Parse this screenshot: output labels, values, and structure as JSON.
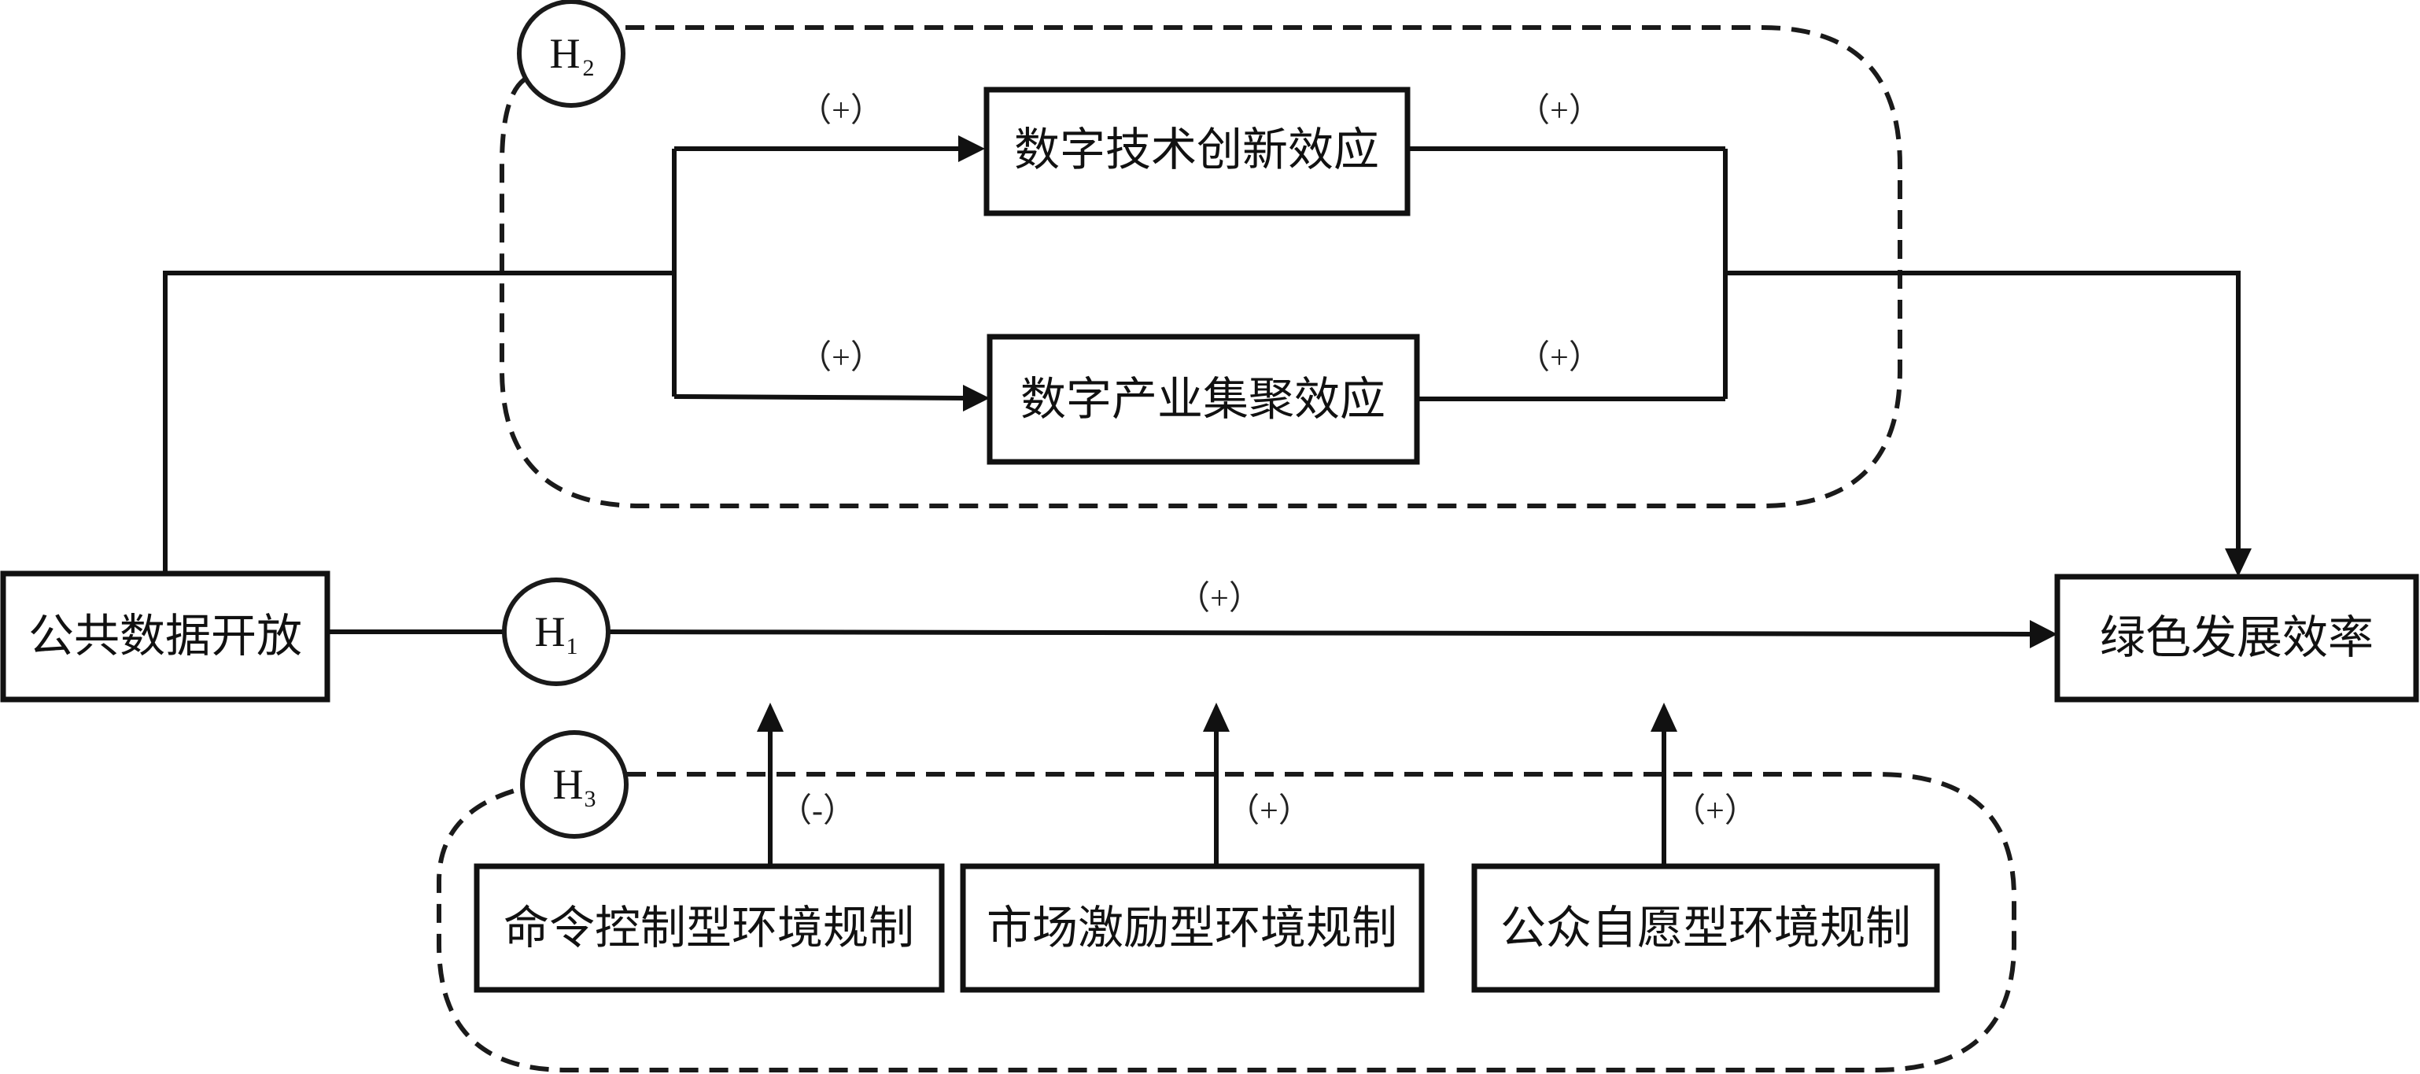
{
  "nodes": {
    "public_data": "公共数据开放",
    "green_efficiency": "绿色发展效率",
    "tech_innovation": "数字技术创新效应",
    "industry_agglomeration": "数字产业集聚效应",
    "command_control": "命令控制型环境规制",
    "market_incentive": "市场激励型环境规制",
    "public_voluntary": "公众自愿型环境规制"
  },
  "hypotheses": {
    "h1": {
      "letter": "H",
      "sub": "1"
    },
    "h2": {
      "letter": "H",
      "sub": "2"
    },
    "h3": {
      "letter": "H",
      "sub": "3"
    }
  },
  "signs": {
    "main_path": "（+）",
    "tech_in": "（+）",
    "tech_out": "（+）",
    "industry_in": "（+）",
    "industry_out": "（+）",
    "command_control": "（-）",
    "market_incentive": "（+）",
    "public_voluntary": "（+）"
  }
}
